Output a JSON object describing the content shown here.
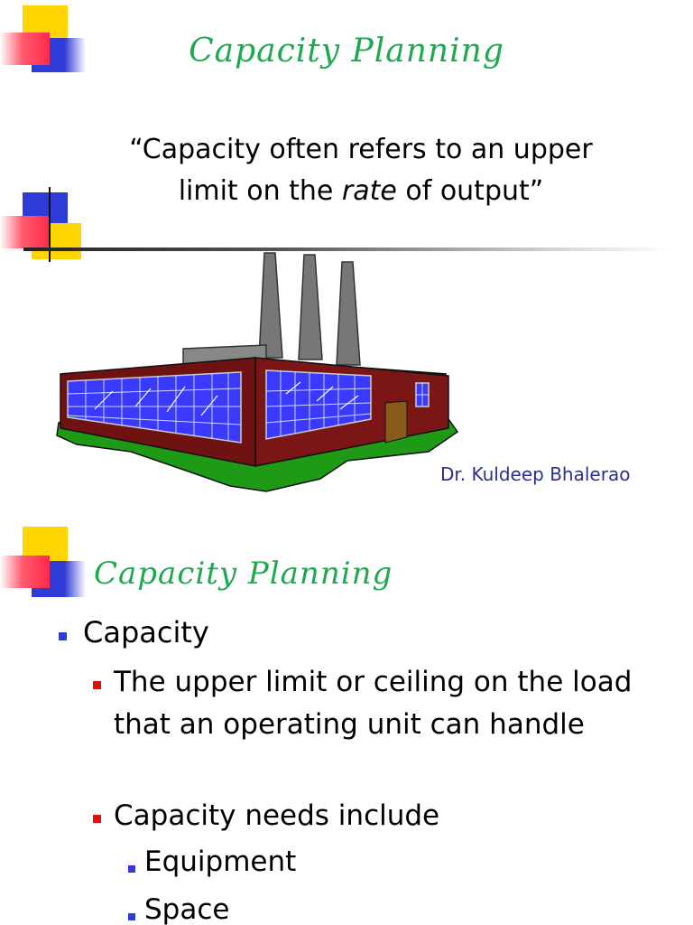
{
  "slides": [
    {
      "title": "Capacity Planning",
      "quote_parts": [
        "“Capacity often refers to an upper",
        "limit on the ",
        "rate",
        " of output”"
      ],
      "author": "Dr. Kuldeep Bhalerao"
    },
    {
      "title": "Capacity Planning",
      "bullets": {
        "level1": "Capacity",
        "level2": [
          "The upper limit or ceiling on the load that an operating unit can handle",
          "Capacity needs include"
        ],
        "level3": [
          "Equipment",
          "Space"
        ]
      }
    }
  ],
  "colors": {
    "title_green": "#1ea84f",
    "author_blue": "#2a2f8f",
    "bullet_blue": "#2e3bd6",
    "bullet_red": "#e01010",
    "deco_yellow": "#ffd400",
    "deco_blue": "#2e3bd6",
    "deco_red": "#ff2a4a"
  },
  "icons": [
    "factory-illustration"
  ]
}
